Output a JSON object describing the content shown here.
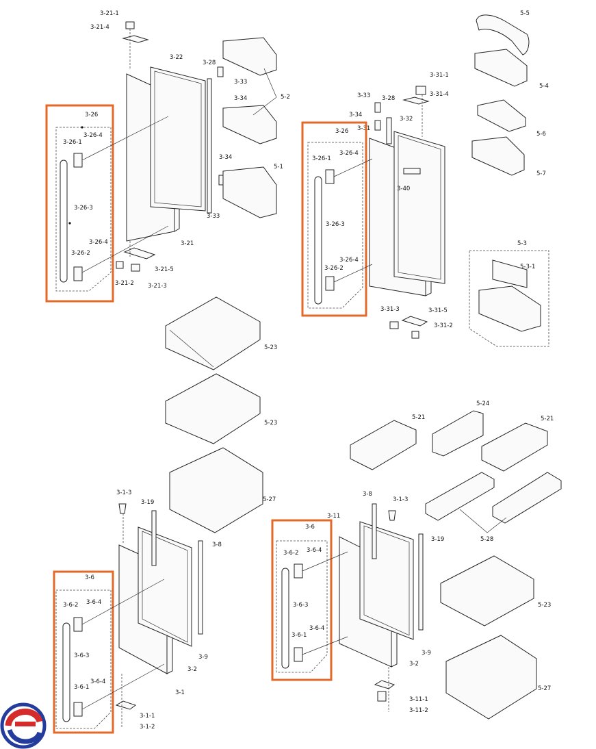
{
  "colors": {
    "highlight": "#e2692a",
    "line": "#222222",
    "logo_red": "#d62b2b",
    "logo_blue": "#243c9c"
  },
  "labels": {
    "l_3_21_1": "3-21-1",
    "l_3_21_4": "3-21-4",
    "l_3_22": "3-22",
    "l_3_28a": "3-28",
    "l_3_33a": "3-33",
    "l_3_34a": "3-34",
    "l_5_2": "5-2",
    "l_3_34b": "3-34",
    "l_5_1": "5-1",
    "l_3_33b": "3-33",
    "l_3_21": "3-21",
    "l_3_21_5": "3-21-5",
    "l_3_21_2": "3-21-2",
    "l_3_21_3": "3-21-3",
    "l_3_26a": "3-26",
    "l_3_26_1a": "3-26-1",
    "l_3_26_4a": "3-26-4",
    "l_3_26_3a": "3-26-3",
    "l_3_26_4b": "3-26-4",
    "l_3_26_2a": "3-26-2",
    "l_5_5": "5-5",
    "l_5_4": "5-4",
    "l_5_6": "5-6",
    "l_5_7": "5-7",
    "l_3_31_1": "3-31-1",
    "l_3_31_4": "3-31-4",
    "l_3_33c": "3-33",
    "l_3_28b": "3-28",
    "l_3_34c": "3-34",
    "l_3_31": "3-31",
    "l_3_32": "3-32",
    "l_3_40": "3-40",
    "l_3_26b": "3-26",
    "l_3_26_1b": "3-26-1",
    "l_3_26_4c": "3-26-4",
    "l_3_26_3b": "3-26-3",
    "l_3_26_4d": "3-26-4",
    "l_3_26_2b": "3-26-2",
    "l_3_31_3": "3-31-3",
    "l_3_31_5": "3-31-5",
    "l_3_31_2": "3-31-2",
    "l_5_3": "5-3",
    "l_5_3_1": "5-3-1",
    "l_5_23a": "5-23",
    "l_5_23b": "5-23",
    "l_5_27a": "5-27",
    "l_5_24": "5-24",
    "l_5_21a": "5-21",
    "l_5_21b": "5-21",
    "l_5_28": "5-28",
    "l_3_1_3a": "3-1-3",
    "l_3_19a": "3-19",
    "l_3_8a": "3-8",
    "l_3_6a": "3-6",
    "l_3_6_2a": "3-6-2",
    "l_3_6_4a": "3-6-4",
    "l_3_6_3a": "3-6-3",
    "l_3_6_1a": "3-6-1",
    "l_3_6_4b": "3-6-4",
    "l_3_1": "3-1",
    "l_3_2a": "3-2",
    "l_3_9a": "3-9",
    "l_3_1_1": "3-1-1",
    "l_3_1_2": "3-1-2",
    "l_3_6b": "3-6",
    "l_3_6_2b": "3-6-2",
    "l_3_6_4c": "3-6-4",
    "l_3_6_3b": "3-6-3",
    "l_3_6_1b": "3-6-1",
    "l_3_6_4d": "3-6-4",
    "l_3_11": "3-11",
    "l_3_8b": "3-8",
    "l_3_1_3b": "3-1-3",
    "l_3_19b": "3-19",
    "l_3_2b": "3-2",
    "l_3_9b": "3-9",
    "l_3_11_1": "3-11-1",
    "l_3_11_2": "3-11-2",
    "l_5_23c": "5-23",
    "l_5_27b": "5-27"
  }
}
